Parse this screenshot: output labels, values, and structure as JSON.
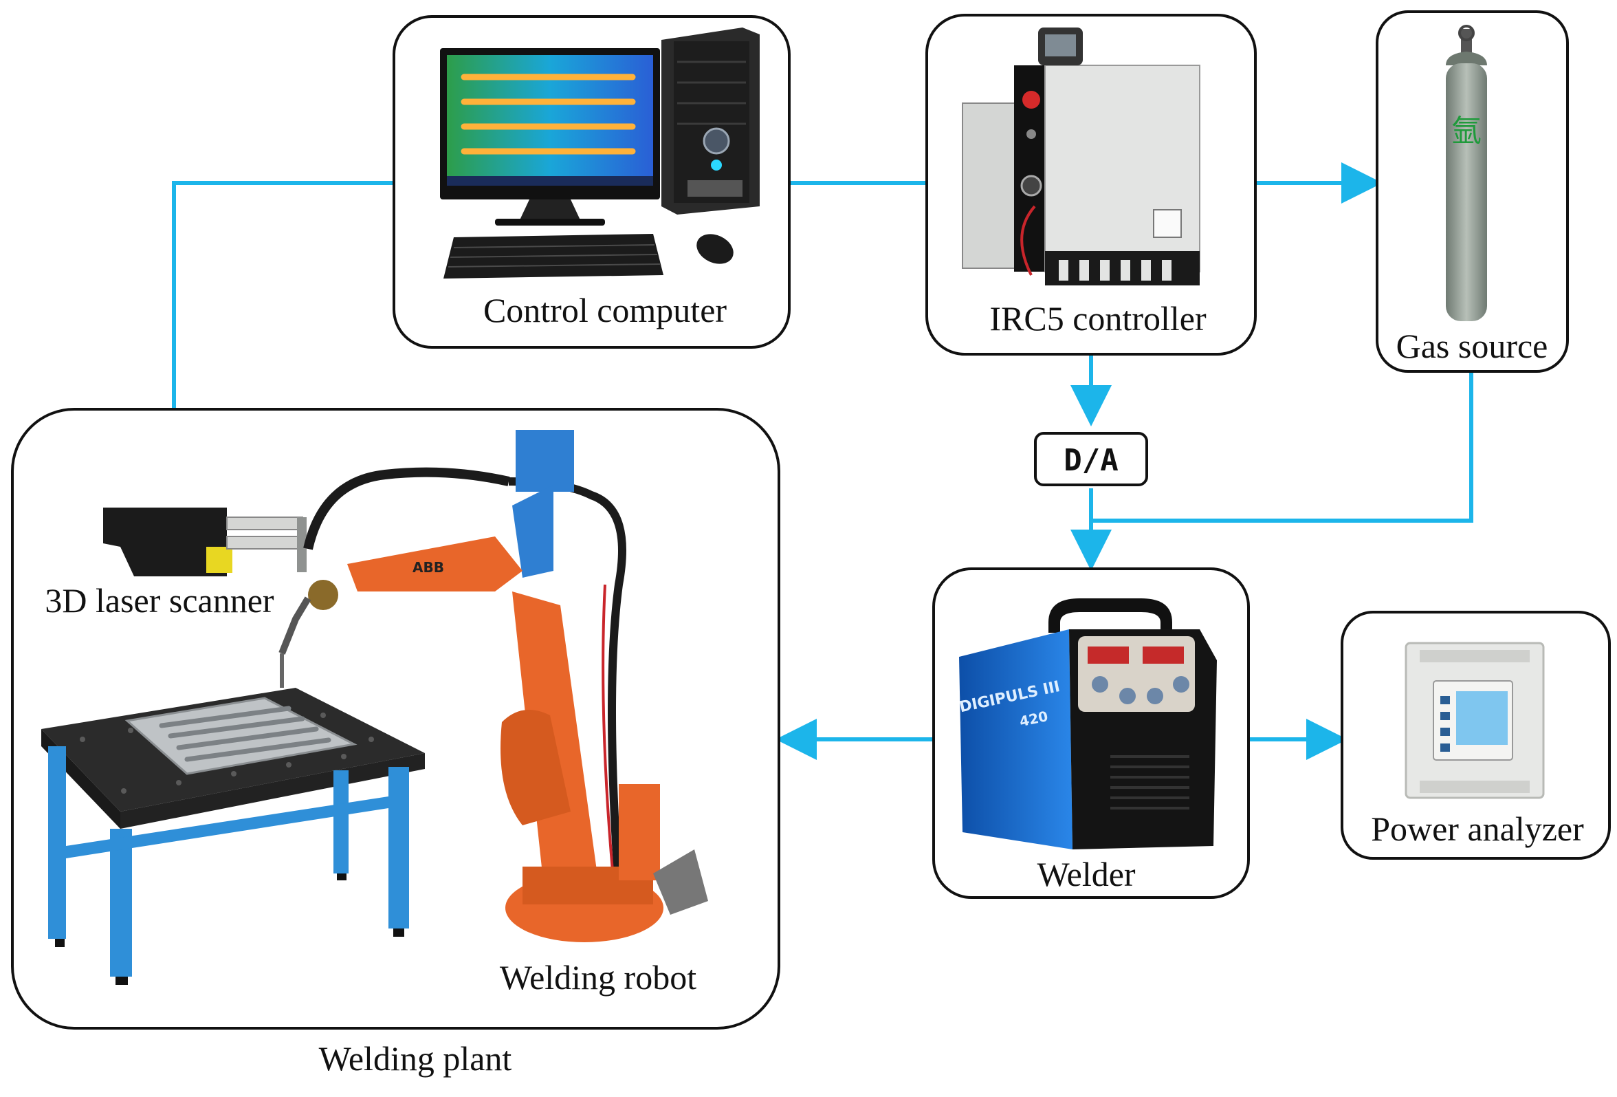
{
  "nodes": {
    "control_computer": "Control computer",
    "irc5_controller": "IRC5 controller",
    "gas_source": "Gas source",
    "da": "D/A",
    "welder": "Welder",
    "power_analyzer": "Power analyzer",
    "laser_scanner": "3D laser scanner",
    "welding_robot": "Welding robot",
    "welding_plant": "Welding plant"
  },
  "photo_text": {
    "cylinder_char": "氩",
    "welder_brand": "DIGIPULS III",
    "welder_model": "420",
    "robot_logo": "ABB"
  },
  "colors": {
    "connector": "#1cb5ea",
    "robot": "#e8662a",
    "table_frame": "#2f8fd8",
    "welder_body": "#1e6fd0"
  }
}
